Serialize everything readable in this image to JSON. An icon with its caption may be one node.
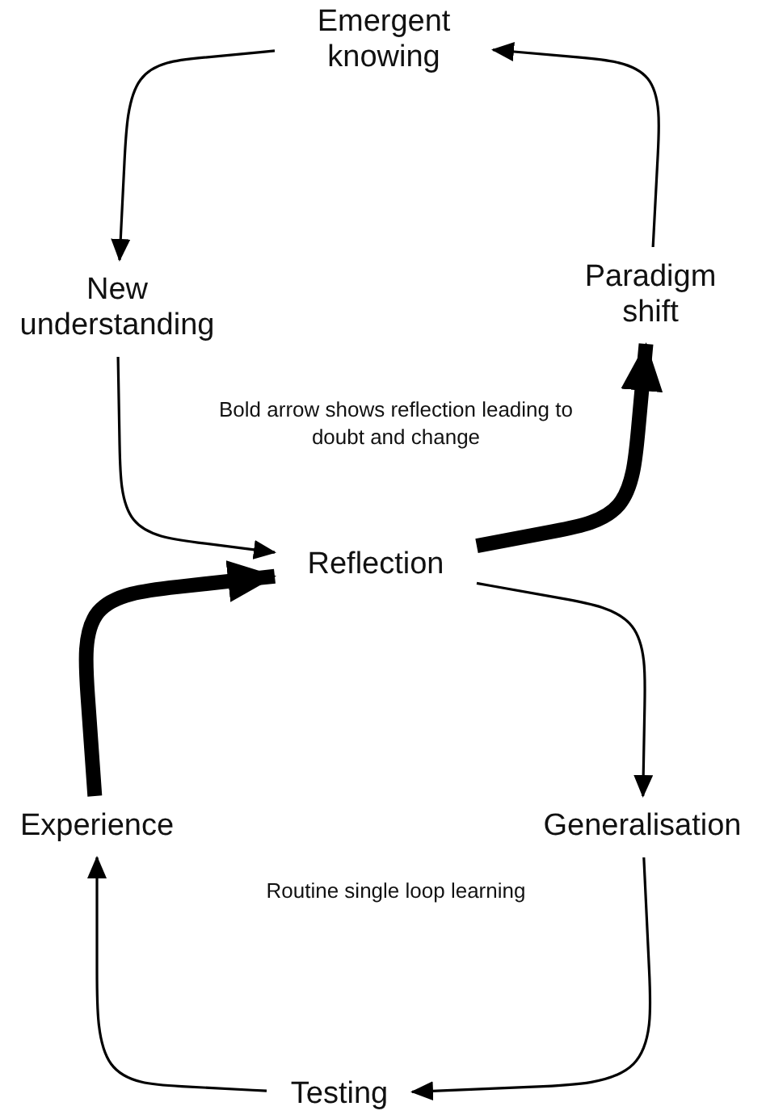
{
  "diagram": {
    "nodes": [
      {
        "text": [
          "Emergent knowing"
        ]
      },
      {
        "text": [
          "New understanding"
        ]
      },
      {
        "text": [
          "Paradigm shift"
        ]
      },
      {
        "text": [
          "Reflection"
        ]
      },
      {
        "text": [
          "Experience"
        ]
      },
      {
        "text": [
          "Generalisation"
        ]
      },
      {
        "text": [
          "Testing"
        ]
      }
    ],
    "edges": [
      {
        "from": 0,
        "to": 1,
        "arrow": "to"
      },
      {
        "from": 1,
        "to": 3,
        "arrow": "to"
      },
      {
        "from": 3,
        "to": 2,
        "arrow": "to",
        "style": "thick"
      },
      {
        "from": 2,
        "to": 0,
        "arrow": "to"
      },
      {
        "from": 3,
        "to": 5,
        "arrow": "to"
      },
      {
        "from": 5,
        "to": 6,
        "arrow": "to"
      },
      {
        "from": 6,
        "to": 4,
        "arrow": "to"
      },
      {
        "from": 4,
        "to": 3,
        "arrow": "to",
        "style": "thick"
      }
    ],
    "labels": [
      "Bold arrow shows reflection leading to doubt and change",
      "Routine single loop learning"
    ]
  }
}
